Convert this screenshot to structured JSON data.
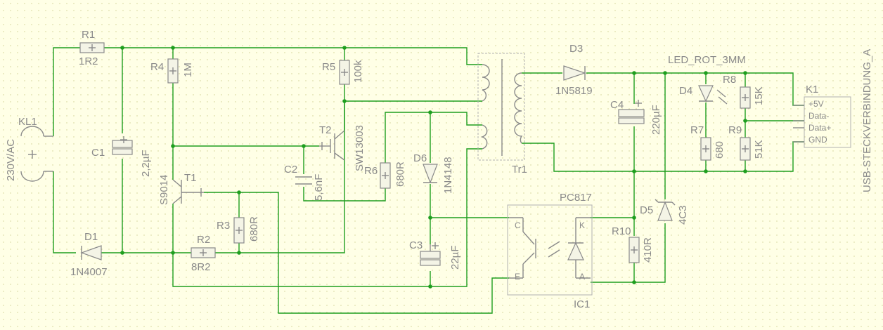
{
  "schematic": {
    "components": {
      "R1": {
        "ref": "R1",
        "value": "1R2"
      },
      "R2": {
        "ref": "R2",
        "value": "8R2"
      },
      "R3": {
        "ref": "R3",
        "value": "680R"
      },
      "R4": {
        "ref": "R4",
        "value": "1M"
      },
      "R5": {
        "ref": "R5",
        "value": "100k"
      },
      "R6": {
        "ref": "R6",
        "value": "680R"
      },
      "R7": {
        "ref": "R7",
        "value": "680"
      },
      "R8": {
        "ref": "R8",
        "value": "15K"
      },
      "R9": {
        "ref": "R9",
        "value": "51K"
      },
      "R10": {
        "ref": "R10",
        "value": "410R"
      },
      "C1": {
        "ref": "C1",
        "value": "2,2µF"
      },
      "C2": {
        "ref": "C2",
        "value": "5,6nF"
      },
      "C3": {
        "ref": "C3",
        "value": "22µF"
      },
      "C4": {
        "ref": "C4",
        "value": "220µF"
      },
      "D1": {
        "ref": "D1",
        "value": "1N4007"
      },
      "D3": {
        "ref": "D3",
        "value": "1N5819"
      },
      "D4": {
        "ref": "D4",
        "value": "LED_ROT_3MM"
      },
      "D5": {
        "ref": "D5",
        "value": "4C3"
      },
      "D6": {
        "ref": "D6",
        "value": "1N4148"
      },
      "T1": {
        "ref": "T1",
        "value": "S9014"
      },
      "T2": {
        "ref": "T2",
        "value": "SW13003"
      },
      "TR1": {
        "ref": "Tr1"
      },
      "KL1": {
        "ref": "KL1",
        "value": "230V/AC"
      },
      "IC1": {
        "ref": "IC1",
        "value": "PC817",
        "pin_c": "C",
        "pin_e": "E",
        "pin_k": "K",
        "pin_a": "A"
      },
      "K1": {
        "ref": "K1",
        "value": "USB-STECKVERBINDUNG_A",
        "pins": [
          "+5V",
          "Data-",
          "Data+",
          "GND"
        ]
      }
    },
    "colors": {
      "background": "#ffffe6",
      "grid": "#d8d89a",
      "wire": "#1e9e1e",
      "part": "#8a8a8a"
    }
  }
}
